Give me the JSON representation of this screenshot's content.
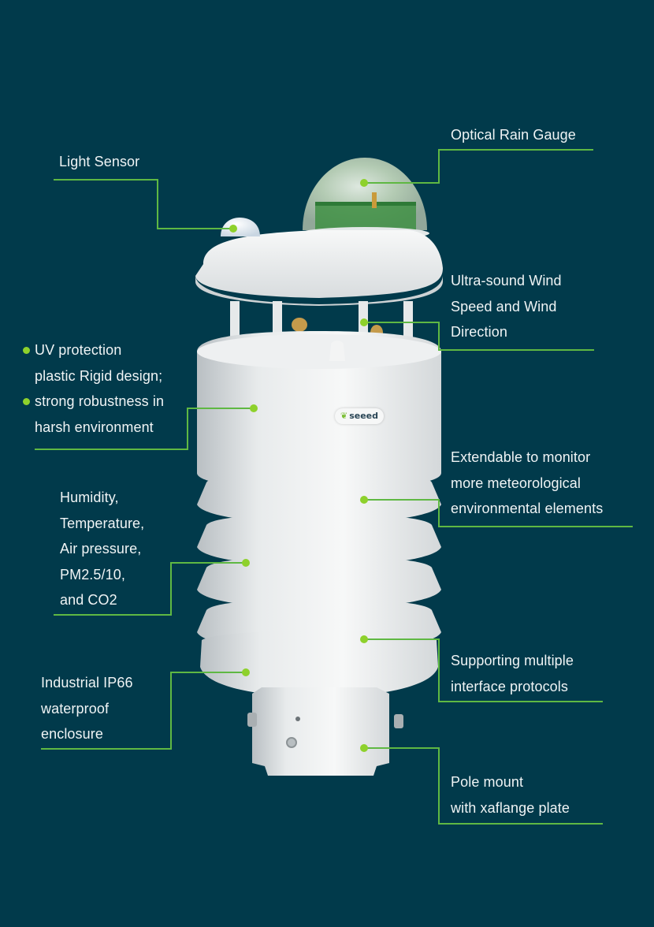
{
  "colors": {
    "background": "#013a4b",
    "callout_line": "#5fb843",
    "callout_dot": "#8ed12c",
    "text": "#f0f4f5"
  },
  "product": {
    "brand_badge": "seeed",
    "brand_icon": "leaf-icon"
  },
  "callouts": {
    "light_sensor": {
      "lines": [
        "Light Sensor"
      ]
    },
    "optical_rain_gauge": {
      "lines": [
        "Optical Rain Gauge"
      ]
    },
    "wind": {
      "lines": [
        "Ultra-sound Wind",
        "Speed and Wind",
        "Direction"
      ]
    },
    "uv_protection": {
      "lines": [
        "UV protection",
        "plastic Rigid design;",
        "strong robustness in",
        "harsh environment"
      ],
      "bullets": [
        0,
        2
      ]
    },
    "extendable": {
      "lines": [
        "Extendable to monitor",
        "more meteorological",
        "environmental elements"
      ]
    },
    "sensors": {
      "lines": [
        "Humidity,",
        "Temperature,",
        "Air pressure,",
        "PM2.5/10,",
        "and CO2"
      ]
    },
    "interface": {
      "lines": [
        "Supporting multiple",
        "interface protocols"
      ]
    },
    "ip66": {
      "lines": [
        "Industrial IP66",
        "waterproof",
        "enclosure"
      ]
    },
    "pole_mount": {
      "lines": [
        "Pole mount",
        "with xaflange plate"
      ]
    }
  }
}
